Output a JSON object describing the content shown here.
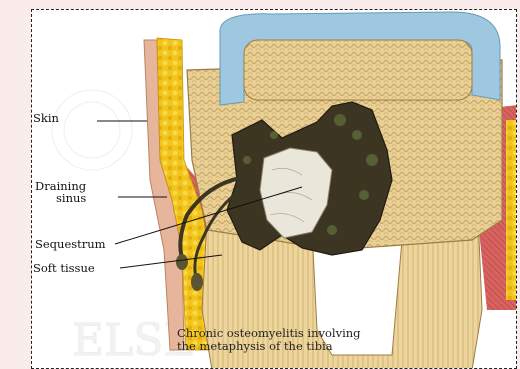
{
  "labels": {
    "skin": "Skin",
    "draining_line1": "Draining",
    "draining_line2": "sinus",
    "sequestrum": "Sequestrum",
    "soft_tissue": "Soft tissue"
  },
  "caption": {
    "line1": "Chronic osteomyelitis involving",
    "line2": "the metaphysis of the tibia"
  },
  "colors": {
    "page_bg": "#fbecec",
    "frame_bg": "#ffffff",
    "cartilage": "#9cc6de",
    "bone": "#e6c98a",
    "skin": "#e8b8a0",
    "fat": "#f2c51c",
    "muscle": "#d65a58",
    "necrotic": "#3a3420",
    "sequestrum": "#ece8e0"
  }
}
